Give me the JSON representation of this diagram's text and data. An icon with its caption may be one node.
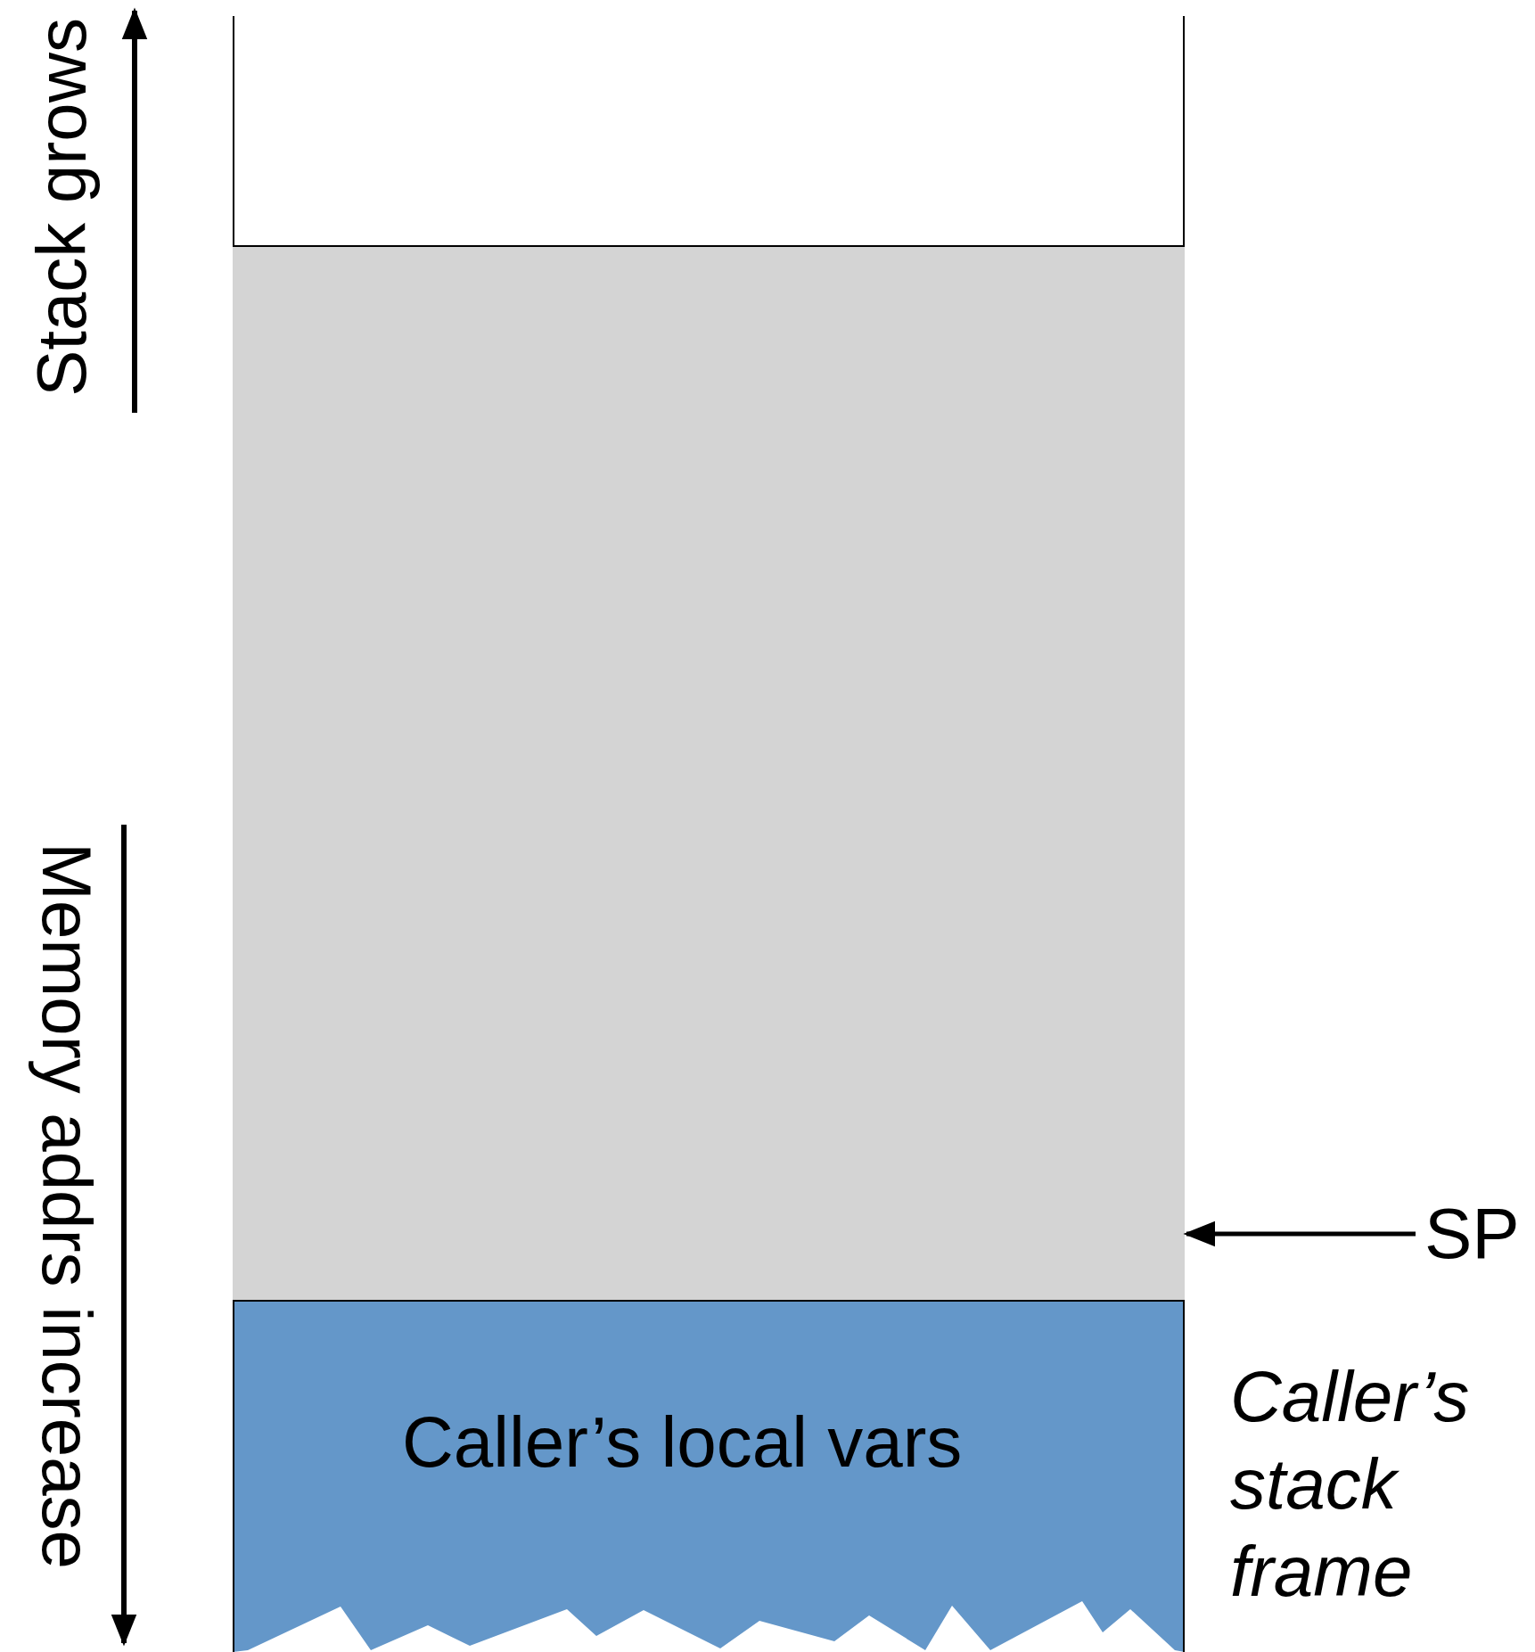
{
  "diagram": {
    "nodes": [
      {
        "text": [],
        "shape": "box"
      },
      {
        "text": [],
        "shape": "box"
      },
      {
        "text": [
          "Caller’s local vars"
        ],
        "beside": [
          "Caller’s stack frame"
        ]
      },
      {
        "text": [
          "SP"
        ]
      }
    ],
    "edges": [
      {
        "from": 3,
        "to": 1,
        "arrow": "to"
      }
    ],
    "labels": [
      "Stack grows",
      "Memory addrs increase"
    ]
  }
}
